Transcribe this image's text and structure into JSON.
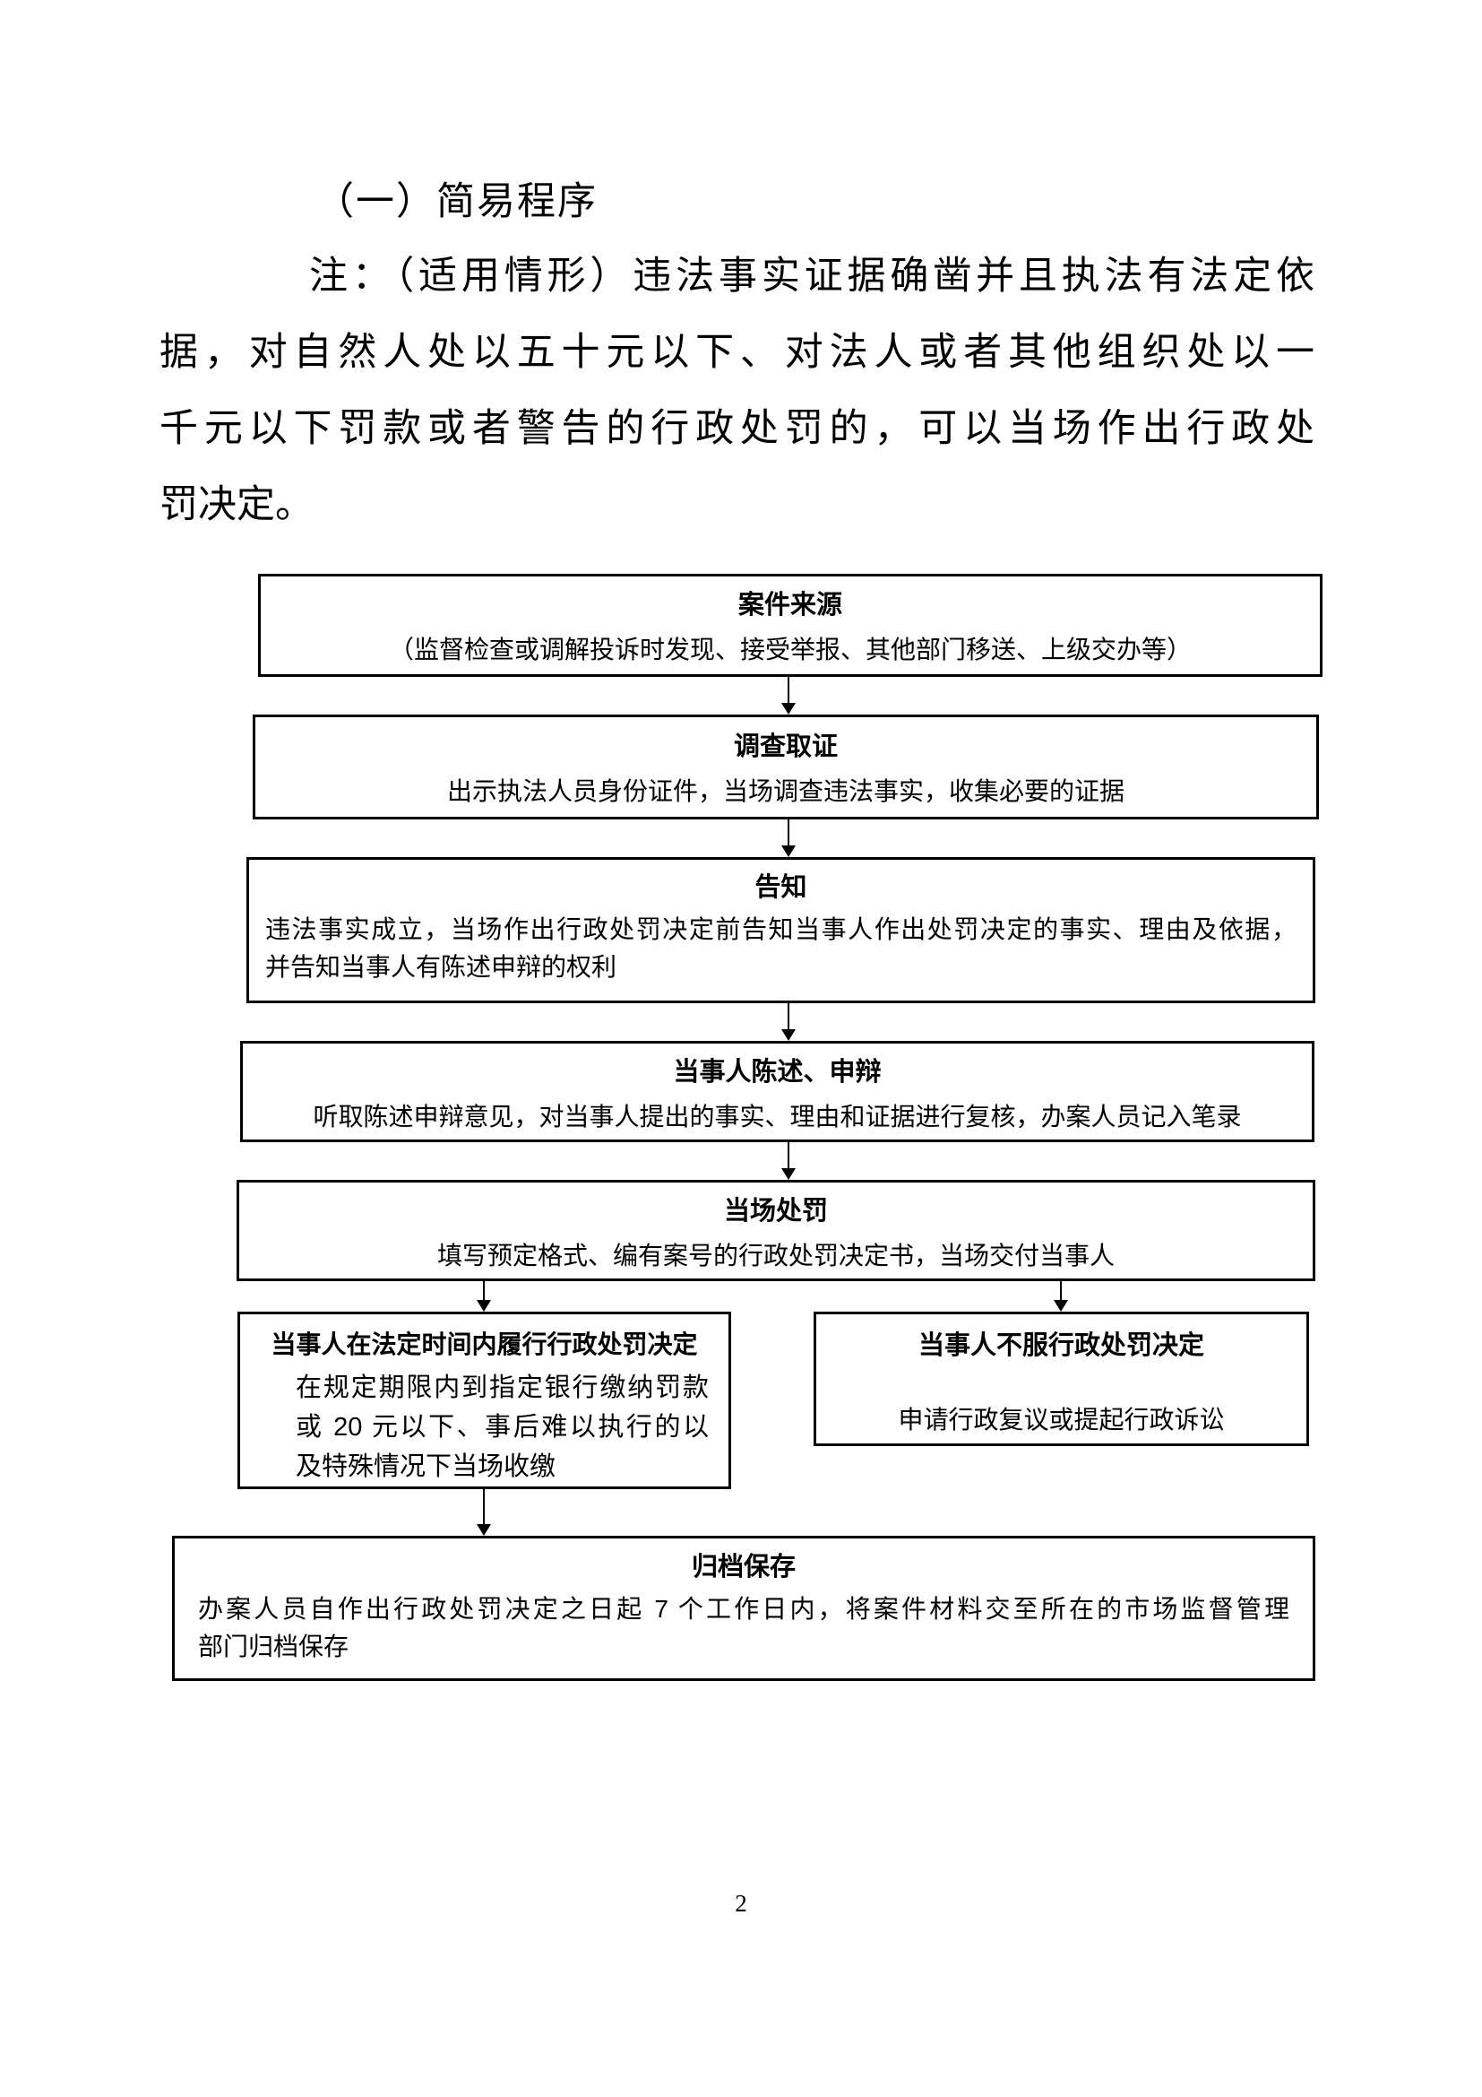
{
  "document": {
    "heading": "（一）简易程序",
    "note_lines": [
      "注：（适用情形）违法事实证据确凿并且执法有法定依",
      "据，对自然人处以五十元以下、对法人或者其他组织处以一",
      "千元以下罚款或者警告的行政处罚的，可以当场作出行政处",
      "罚决定。"
    ],
    "page_number": "2"
  },
  "flowchart": {
    "case_source": {
      "title": "案件来源",
      "subtitle": "（监督检查或调解投诉时发现、接受举报、其他部门移送、上级交办等）"
    },
    "investigation": {
      "title": "调查取证",
      "subtitle": "出示执法人员身份证件，当场调查违法事实，收集必要的证据"
    },
    "notification": {
      "title": "告知",
      "line1": "违法事实成立，当场作出行政处罚决定前告知当事人作出处罚决定的事实、理由及依据，",
      "line2": "并告知当事人有陈述申辩的权利"
    },
    "statement": {
      "title": "当事人陈述、申辩",
      "subtitle": "听取陈述申辩意见，对当事人提出的事实、理由和证据进行复核，办案人员记入笔录"
    },
    "onsite_penalty": {
      "title": "当场处罚",
      "subtitle": "填写预定格式、编有案号的行政处罚决定书，当场交付当事人"
    },
    "compliance": {
      "title": "当事人在法定时间内履行行政处罚决定",
      "line1": "在规定期限内到指定银行缴纳罚款",
      "line2": "或 20 元以下、事后难以执行的以",
      "line3": "及特殊情况下当场收缴"
    },
    "objection": {
      "title": "当事人不服行政处罚决定",
      "subtitle": "申请行政复议或提起行政诉讼"
    },
    "archive": {
      "title": "归档保存",
      "line1": "办案人员自作出行政处罚决定之日起 7 个工作日内，将案件材料交至所在的市场监督管理",
      "line2": "部门归档保存"
    }
  }
}
